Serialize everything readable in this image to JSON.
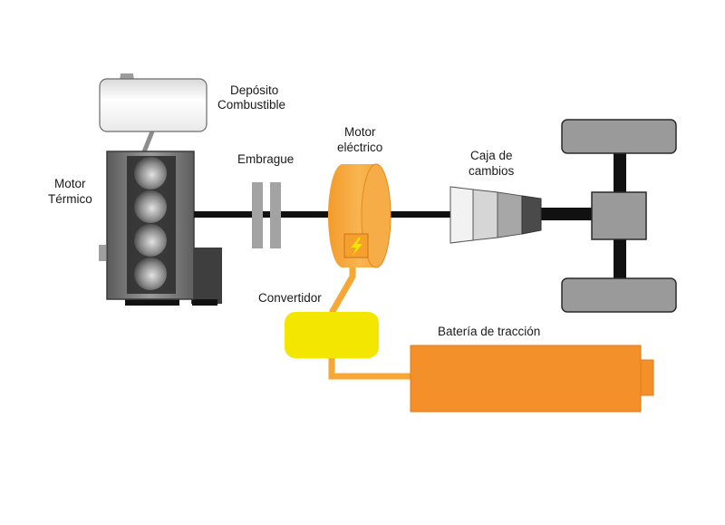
{
  "labels": {
    "tank_line1": "Depósito",
    "tank_line2": "Combustible",
    "engine_line1": "Motor",
    "engine_line2": "Térmico",
    "clutch": "Embrague",
    "emotor_line1": "Motor",
    "emotor_line2": "eléctrico",
    "gearbox_line1": "Caja de",
    "gearbox_line2": "cambios",
    "converter": "Convertidor",
    "battery": "Batería de tracción"
  },
  "colors": {
    "shaft": "#111111",
    "engine_gray": "#6f6f6f",
    "electric_orange": "#f6a735",
    "battery_orange": "#f4902a",
    "converter_yellow": "#f3e600",
    "wheel_gray": "#9a9a9a"
  },
  "icons": {
    "lightning": "lightning-icon"
  }
}
